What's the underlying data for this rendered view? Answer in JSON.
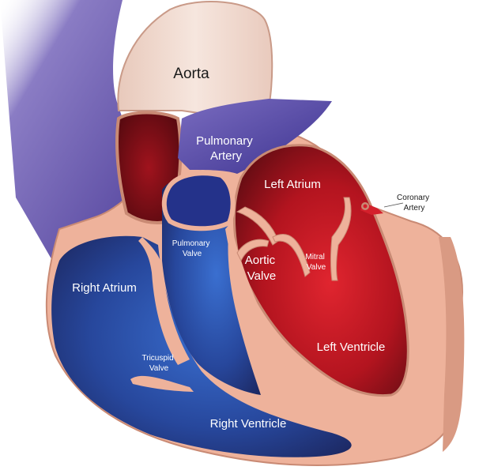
{
  "labels": {
    "aorta": "Aorta",
    "pulmonary_artery": [
      "Pulmonary",
      "Artery"
    ],
    "left_atrium": "Left Atrium",
    "coronary_artery": [
      "Coronary",
      "Artery"
    ],
    "pulmonary_valve": [
      "Pulmonary",
      "Valve"
    ],
    "aortic_valve": [
      "Aortic",
      "Valve"
    ],
    "mitral_valve": [
      "Mitral",
      "Valve"
    ],
    "right_atrium": "Right Atrium",
    "tricuspid_valve": [
      "Tricuspid",
      "Valve"
    ],
    "left_ventricle": "Left Ventricle",
    "right_ventricle": "Right Ventricle"
  },
  "colors": {
    "wall": "#eeb29b",
    "wall_edge": "#c98a74",
    "oxygenated": "#d4202c",
    "oxygenated_dark": "#6e0f16",
    "deoxygenated": "#2c57b4",
    "deoxygenated_dark": "#1f2a68",
    "vein_purple": "#5a4aa2",
    "aorta": "#f3ddd2"
  }
}
